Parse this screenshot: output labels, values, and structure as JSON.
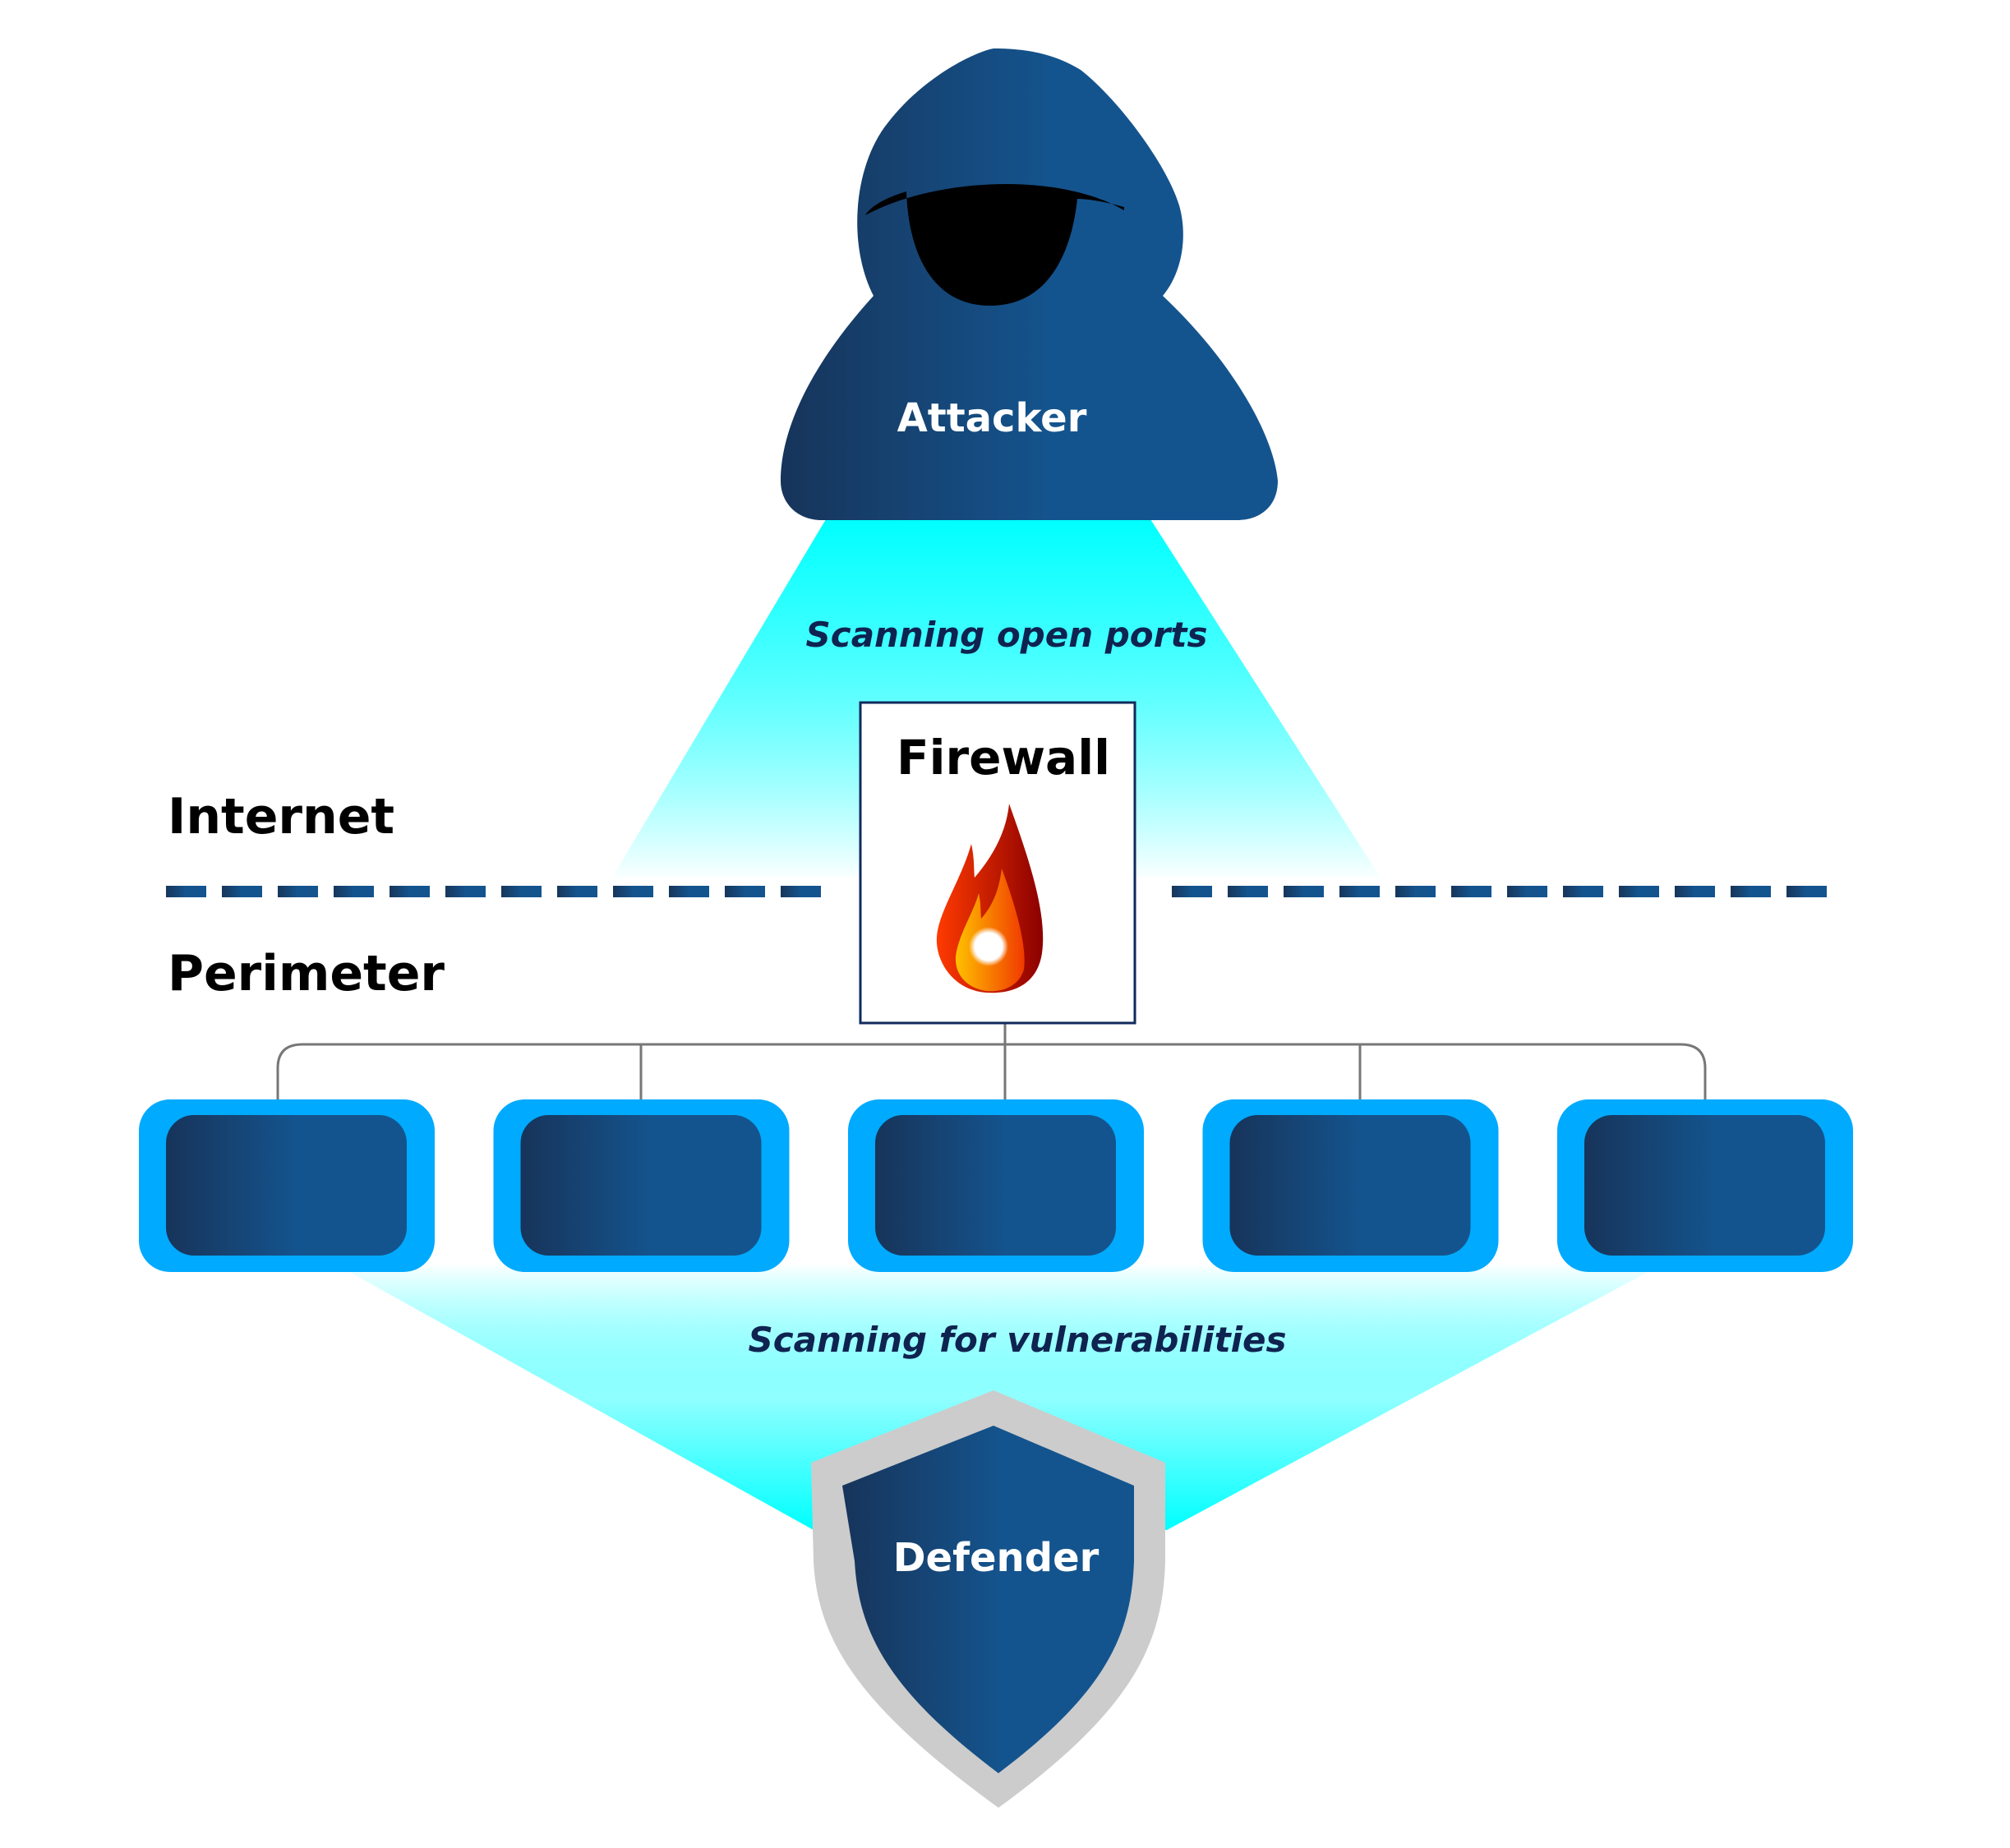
{
  "diagram": {
    "attacker": {
      "label": "Attacker"
    },
    "scan_top": {
      "label": "Scanning open ports"
    },
    "firewall": {
      "label": "Firewall",
      "icon": "flame-icon"
    },
    "zones": {
      "upper": "Internet",
      "lower": "Perimeter"
    },
    "hosts": [
      {
        "id": "host-1"
      },
      {
        "id": "host-2"
      },
      {
        "id": "host-3"
      },
      {
        "id": "host-4"
      },
      {
        "id": "host-5"
      }
    ],
    "scan_bottom": {
      "label": "Scanning for vulnerabilities"
    },
    "defender": {
      "label": "Defender",
      "icon": "shield-icon"
    },
    "colors": {
      "navy_dark": "#17365A",
      "navy": "#14548E",
      "beam": "#00FFFF",
      "host_frame": "#00AAFF",
      "shield_border": "#CCCCCC",
      "connector": "#777777",
      "scan_text": "#0F2350"
    }
  }
}
